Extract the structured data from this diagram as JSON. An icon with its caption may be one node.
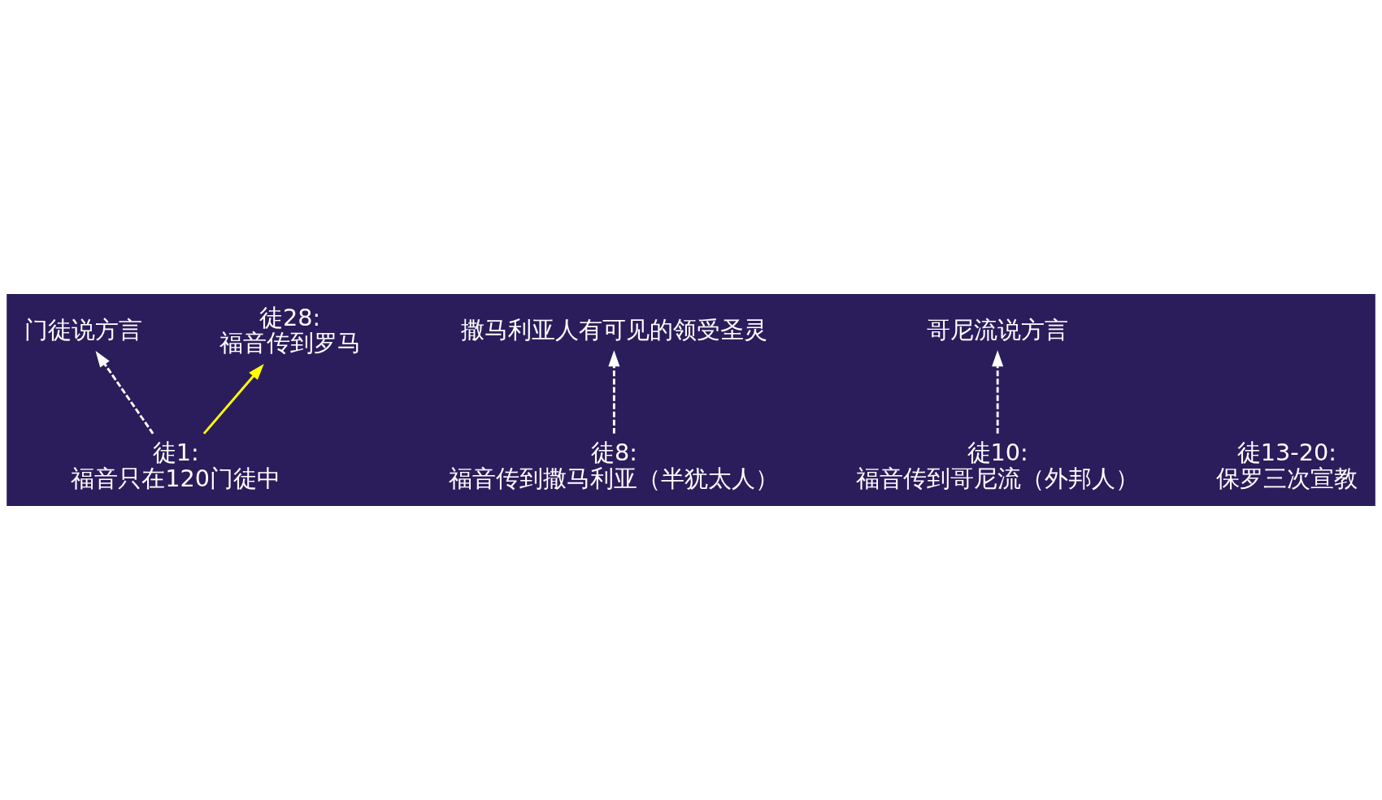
{
  "diagram": {
    "nodes": [
      {
        "text": [
          "门徒说方言"
        ]
      },
      {
        "text": [
          "徒1:",
          "福音只在120门徒中"
        ]
      },
      {
        "text": [
          "撒马利亚人有可见的领受圣灵"
        ]
      },
      {
        "text": [
          "徒8:",
          "福音传到撒马利亚（半犹太人）"
        ]
      },
      {
        "text": [
          "哥尼流说方言"
        ]
      },
      {
        "text": [
          "徒10:",
          "福音传到哥尼流（外邦人）"
        ]
      },
      {
        "text": [
          "徒28:",
          "福音传到罗马"
        ]
      }
    ],
    "edges": [
      {
        "from": 1,
        "to": 0,
        "arrow": "to",
        "style": "dashed"
      },
      {
        "from": 3,
        "to": 2,
        "arrow": "to",
        "style": "dashed"
      },
      {
        "from": 5,
        "to": 4,
        "arrow": "to",
        "style": "dashed"
      },
      {
        "from": 1,
        "to": 6,
        "arrow": "to",
        "color": "#ffff00"
      }
    ],
    "labels": [
      "徒13-20:",
      "保罗三次宣教"
    ]
  }
}
